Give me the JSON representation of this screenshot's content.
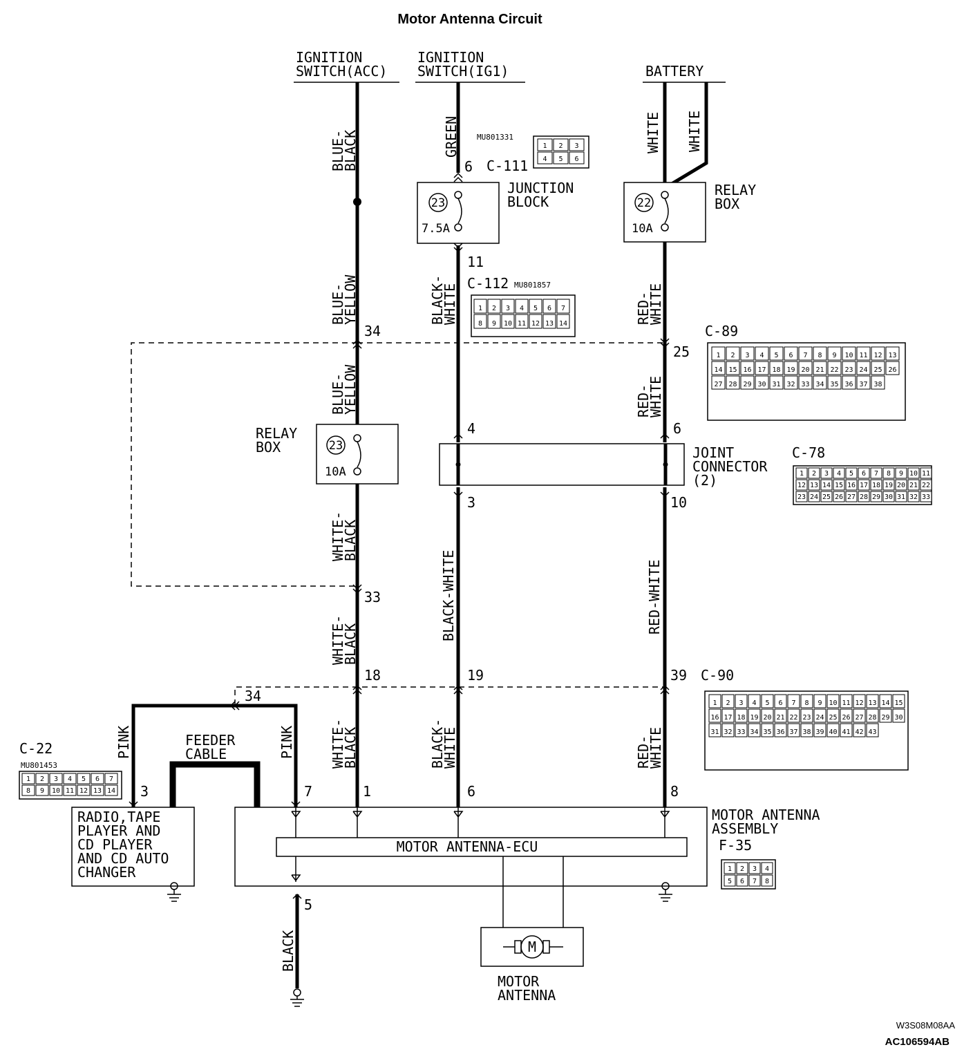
{
  "title": "Motor Antenna Circuit",
  "sources": {
    "ign_acc": [
      "IGNITION",
      "SWITCH(ACC)"
    ],
    "ign_ig1": [
      "IGNITION",
      "SWITCH(IG1)"
    ],
    "battery": "BATTERY"
  },
  "wires": {
    "blue_black": [
      "BLUE-",
      "BLACK"
    ],
    "blue_yellow": [
      "BLUE-",
      "YELLOW"
    ],
    "white_black": [
      "WHITE-",
      "BLACK"
    ],
    "green": "GREEN",
    "black_white": [
      "BLACK-",
      "WHITE"
    ],
    "black_white_long": "BLACK-WHITE",
    "white": "WHITE",
    "red_white": [
      "RED-",
      "WHITE"
    ],
    "red_white_long": "RED-WHITE",
    "pink": "PINK",
    "black": "BLACK"
  },
  "components": {
    "junction_block": [
      "JUNCTION",
      "BLOCK"
    ],
    "relay_box": [
      "RELAY",
      "BOX"
    ],
    "joint_connector": [
      "JOINT",
      "CONNECTOR",
      "(2)"
    ],
    "feeder_cable": [
      "FEEDER",
      "CABLE"
    ],
    "radio": [
      "RADIO,TAPE",
      "PLAYER AND",
      "CD PLAYER",
      "AND CD AUTO",
      "CHANGER"
    ],
    "motor_antenna_assembly": [
      "MOTOR ANTENNA",
      "ASSEMBLY"
    ],
    "ecu": "MOTOR ANTENNA-ECU",
    "motor_antenna": [
      "MOTOR",
      "ANTENNA"
    ],
    "motor_symbol": "M"
  },
  "fuses": {
    "jb_fuse_no": "23",
    "jb_fuse_rating": "7.5A",
    "rb_top_fuse_no": "22",
    "rb_top_fuse_rating": "10A",
    "rb_mid_fuse_no": "23",
    "rb_mid_fuse_rating": "10A"
  },
  "connectors": {
    "c111": {
      "name": "C-111",
      "part": "MU801331",
      "pins": [
        "1",
        "2",
        "3",
        "4",
        "5",
        "6"
      ]
    },
    "c112": {
      "name": "C-112",
      "part": "MU801857",
      "pins": [
        "1",
        "2",
        "3",
        "4",
        "5",
        "6",
        "7",
        "8",
        "9",
        "10",
        "11",
        "12",
        "13",
        "14"
      ]
    },
    "c89": {
      "name": "C-89",
      "pins": [
        "1",
        "2",
        "3",
        "4",
        "5",
        "6",
        "7",
        "8",
        "9",
        "10",
        "11",
        "12",
        "13",
        "14",
        "15",
        "16",
        "17",
        "18",
        "19",
        "20",
        "21",
        "22",
        "23",
        "24",
        "25",
        "26",
        "27",
        "28",
        "29",
        "30",
        "31",
        "32",
        "33",
        "34",
        "35",
        "36",
        "37",
        "38"
      ]
    },
    "c78": {
      "name": "C-78",
      "pins": [
        "1",
        "2",
        "3",
        "4",
        "5",
        "6",
        "7",
        "8",
        "9",
        "10",
        "11",
        "12",
        "13",
        "14",
        "15",
        "16",
        "17",
        "18",
        "19",
        "20",
        "21",
        "22",
        "23",
        "24",
        "25",
        "26",
        "27",
        "28",
        "29",
        "30",
        "31",
        "32",
        "33"
      ]
    },
    "c90": {
      "name": "C-90",
      "pins": [
        "1",
        "2",
        "3",
        "4",
        "5",
        "6",
        "7",
        "8",
        "9",
        "10",
        "11",
        "12",
        "13",
        "14",
        "15",
        "16",
        "17",
        "18",
        "19",
        "20",
        "21",
        "22",
        "23",
        "24",
        "25",
        "26",
        "27",
        "28",
        "29",
        "30",
        "31",
        "32",
        "33",
        "34",
        "35",
        "36",
        "37",
        "38",
        "39",
        "40",
        "41",
        "42",
        "43"
      ]
    },
    "c22": {
      "name": "C-22",
      "part": "MU801453",
      "pins": [
        "1",
        "2",
        "3",
        "4",
        "5",
        "6",
        "7",
        "8",
        "9",
        "10",
        "11",
        "12",
        "13",
        "14"
      ]
    },
    "f35": {
      "name": "F-35",
      "pins": [
        "1",
        "2",
        "3",
        "4",
        "5",
        "6",
        "7",
        "8"
      ]
    }
  },
  "pin_numbers": {
    "acc_34": "34",
    "acc_33": "33",
    "acc_18": "18",
    "acc_1": "1",
    "ig1_6": "6",
    "ig1_11": "11",
    "ig1_4": "4",
    "ig1_3": "3",
    "ig1_19": "19",
    "ig1_6b": "6",
    "bat_25": "25",
    "bat_6": "6",
    "bat_10": "10",
    "bat_39": "39",
    "bat_8": "8",
    "pink_34": "34",
    "pink_3": "3",
    "pink_7": "7",
    "gnd_5": "5"
  },
  "footer": {
    "ref1": "W3S08M08AA",
    "ref2": "AC106594AB"
  }
}
